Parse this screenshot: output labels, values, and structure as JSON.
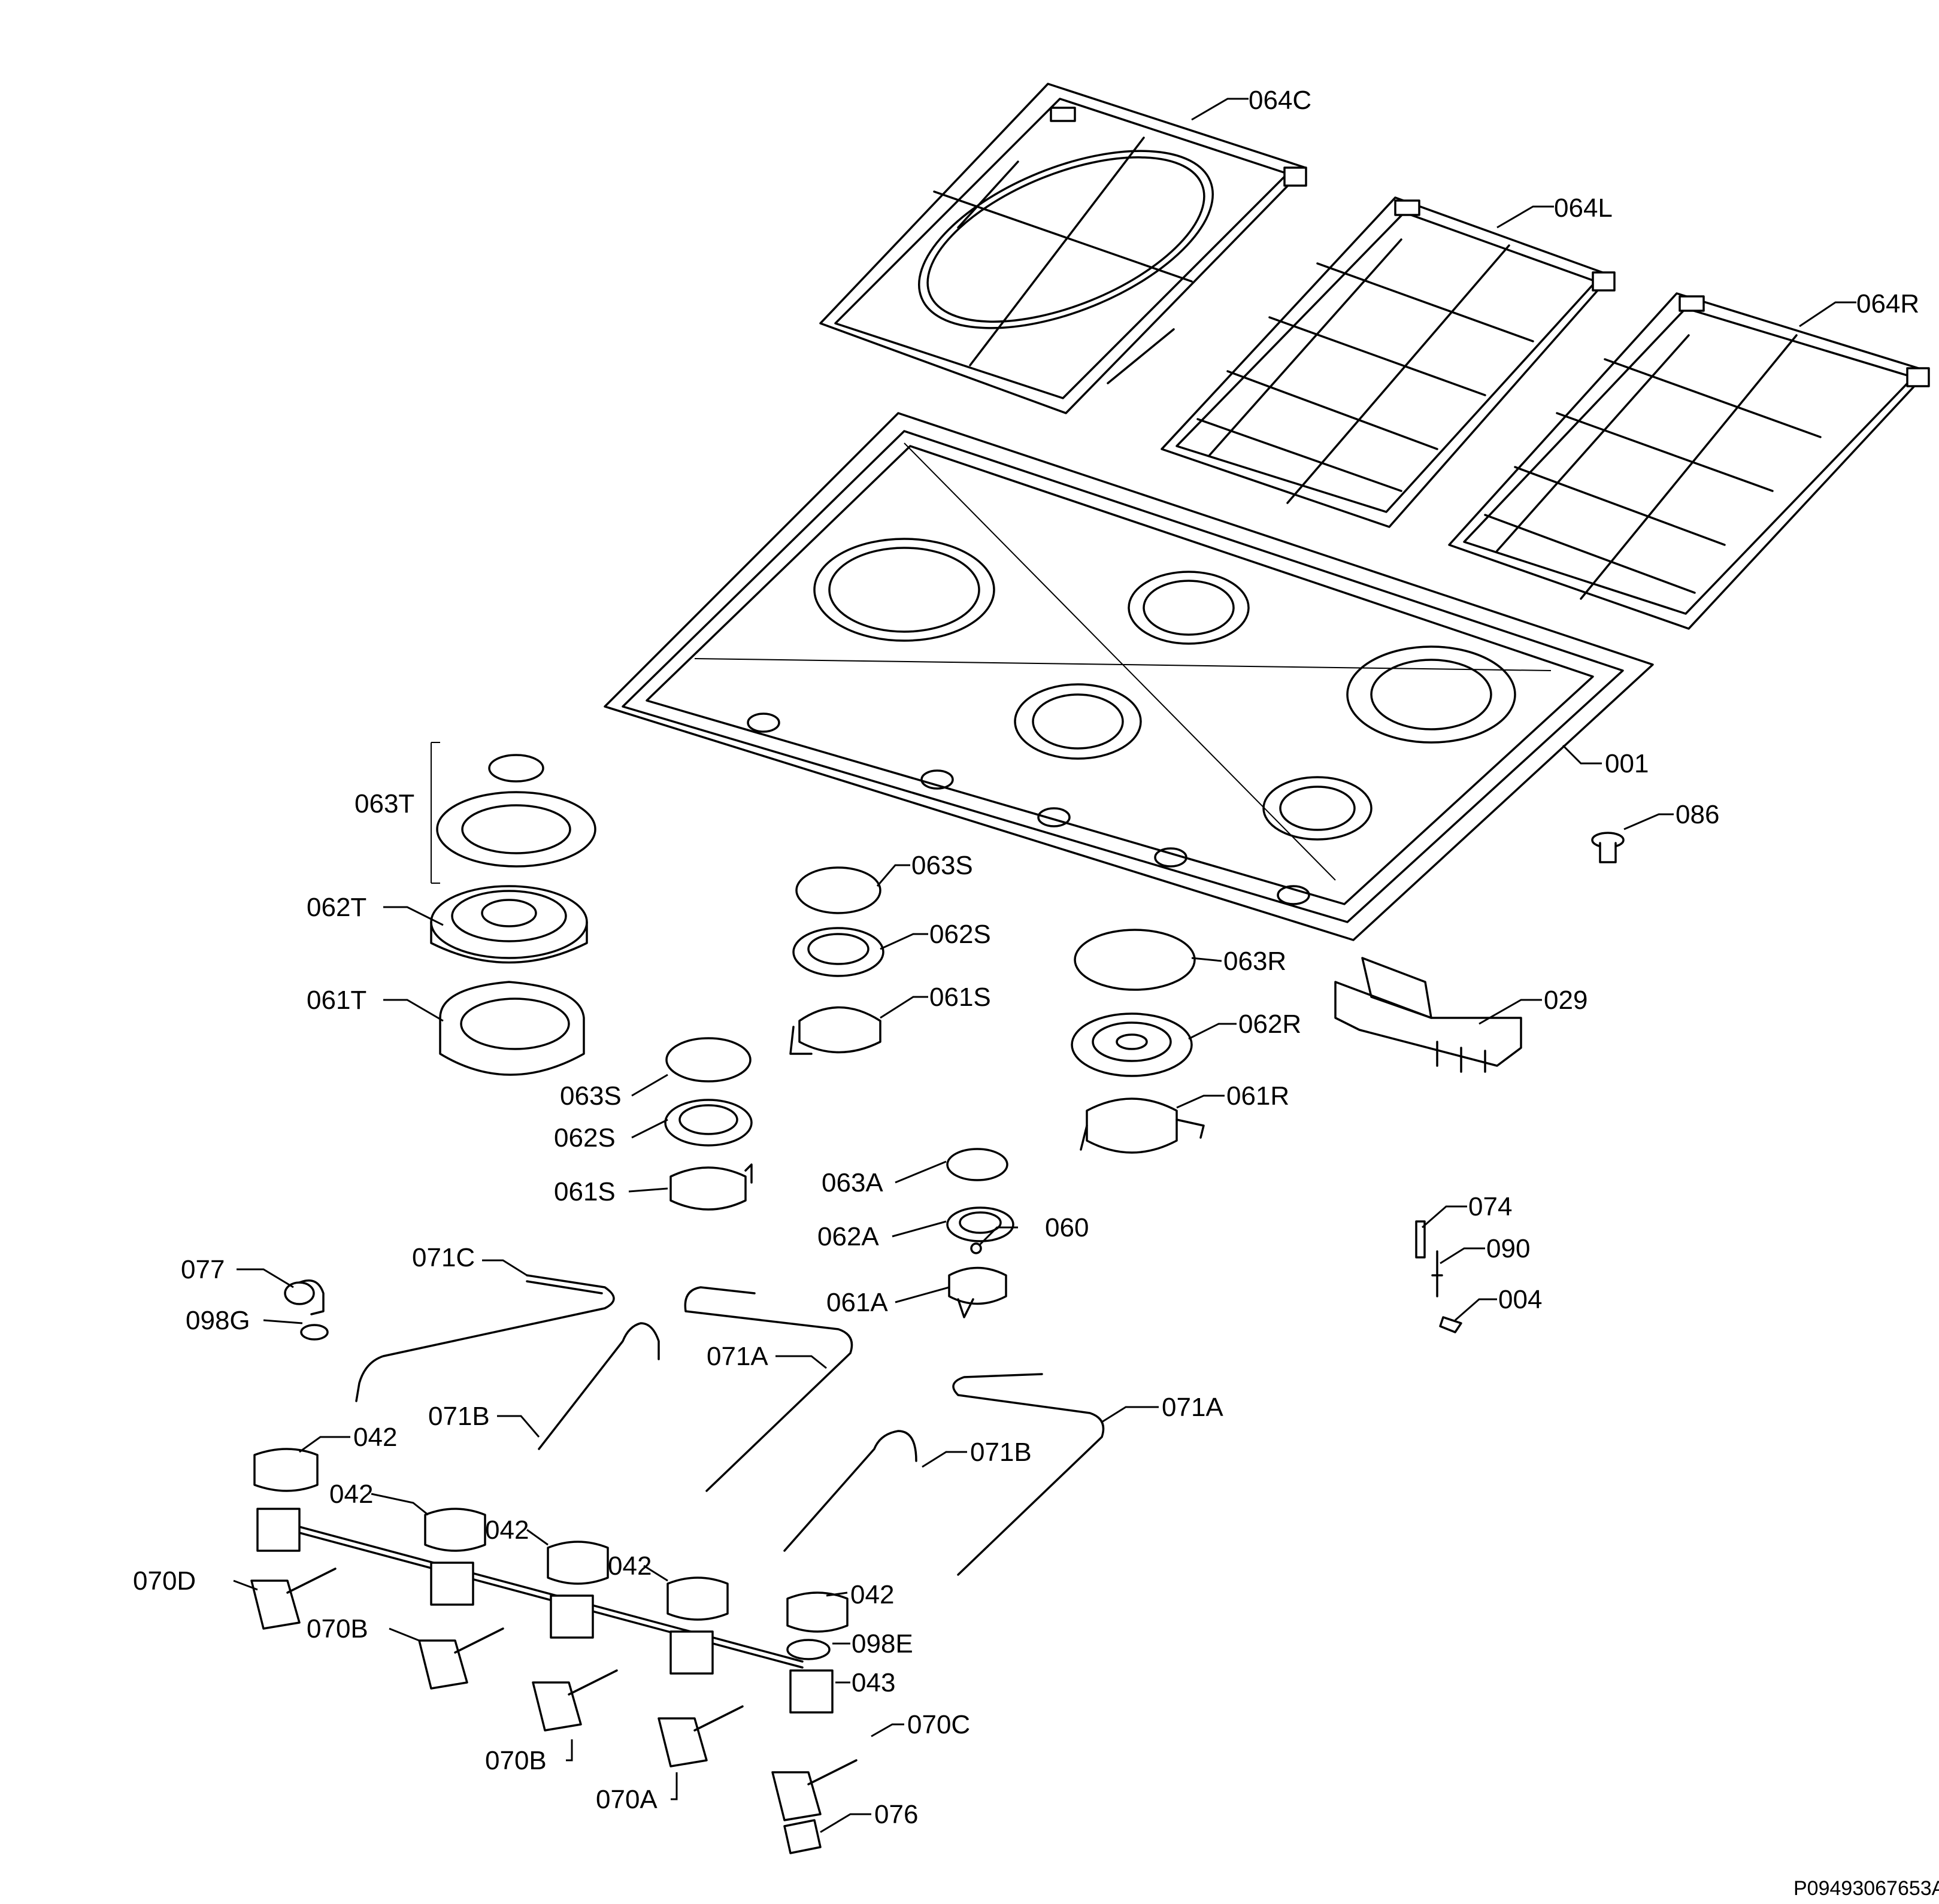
{
  "labels": {
    "l064C": "064C",
    "l064L": "064L",
    "l064R": "064R",
    "l001": "001",
    "l086": "086",
    "l063T": "063T",
    "l062T": "062T",
    "l061T": "061T",
    "l063S_a": "063S",
    "l062S_a": "062S",
    "l061S_a": "061S",
    "l063R": "063R",
    "l062R": "062R",
    "l061R": "061R",
    "l029": "029",
    "l063S_b": "063S",
    "l062S_b": "062S",
    "l061S_b": "061S",
    "l063A": "063A",
    "l062A": "062A",
    "l060": "060",
    "l061A": "061A",
    "l074": "074",
    "l090": "090",
    "l004": "004",
    "l077": "077",
    "l098G": "098G",
    "l071C": "071C",
    "l071A_a": "071A",
    "l071B_a": "071B",
    "l071A_b": "071A",
    "l071B_b": "071B",
    "l042_a": "042",
    "l042_b": "042",
    "l042_c": "042",
    "l042_d": "042",
    "l042_e": "042",
    "l098E": "098E",
    "l043": "043",
    "l070D": "070D",
    "l070B_a": "070B",
    "l070B_b": "070B",
    "l070A": "070A",
    "l070C": "070C",
    "l076": "076"
  },
  "drawing_code": "P09493067653A"
}
